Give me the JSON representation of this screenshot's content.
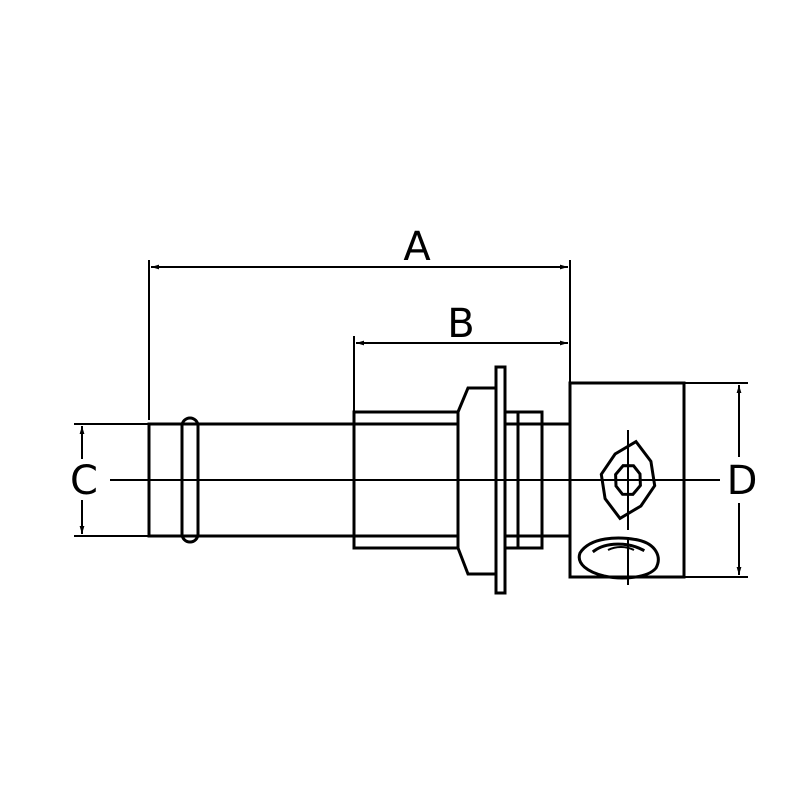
{
  "dimension_labels": {
    "a": "A",
    "b": "B",
    "c": "C",
    "d": "D"
  },
  "colors": {
    "line": "#000000",
    "background": "#ffffff"
  }
}
